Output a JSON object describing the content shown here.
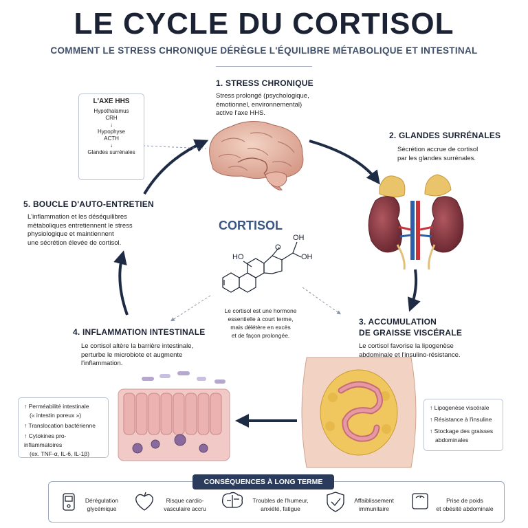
{
  "header": {
    "title": "LE CYCLE DU CORTISOL",
    "subtitle": "COMMENT LE STRESS CHRONIQUE DÉRÈGLE L'ÉQUILIBRE MÉTABOLIQUE ET INTESTINAL"
  },
  "axis_box": {
    "title": "L'AXE HHS",
    "items": [
      "Hypothalamus",
      "CRH",
      "Hypophyse",
      "ACTH",
      "Glandes surrénales"
    ]
  },
  "steps": [
    {
      "title": "1. STRESS CHRONIQUE",
      "text": [
        "Stress prolongé (psychologique,",
        "émotionnel, environnemental)",
        "active l'axe HHS."
      ]
    },
    {
      "title": "2. GLANDES SURRÉNALES",
      "text": [
        "Sécrétion accrue de cortisol",
        "par les glandes surrénales."
      ]
    },
    {
      "title_lines": [
        "3. ACCUMULATION",
        "DE GRAISSE VISCÉRALE"
      ],
      "text": [
        "Le cortisol favorise la lipogenèse",
        "abdominale et l'insulino-résistance."
      ]
    },
    {
      "title": "4. INFLAMMATION INTESTINALE",
      "text": [
        "Le cortisol altère la barrière intestinale,",
        "perturbe le microbiote et augmente",
        "l'inflammation."
      ]
    },
    {
      "title": "5. BOUCLE D'AUTO-ENTRETIEN",
      "text": [
        "L'inflammation et les déséquilibres",
        "métaboliques entretiennent le stress",
        "physiologique et maintiennent",
        "une sécrétion élevée de cortisol."
      ]
    }
  ],
  "center": {
    "label": "CORTISOL",
    "molecule_labels": {
      "ho": "HO",
      "o": "O",
      "oh1": "OH",
      "oh2": "OH"
    },
    "description": [
      "Le cortisol est une hormone",
      "essentielle à court terme,",
      "mais délétère en excès",
      "et de façon prolongée."
    ]
  },
  "gut_box": {
    "items": [
      "↑ Perméabilité intestinale",
      "(« intestin poreux »)",
      "↑ Translocation bactérienne",
      "↑ Cytokines pro-inflammatoires",
      "(ex. TNF-α, IL-6, IL-1β)"
    ]
  },
  "fat_box": {
    "items": [
      "↑ Lipogenèse viscérale",
      "↑ Résistance à l'insuline",
      "↑ Stockage des graisses",
      "abdominales"
    ]
  },
  "consequences": {
    "header": "CONSÉQUENCES À LONG TERME",
    "items": [
      {
        "icon": "glucometer-icon",
        "lines": [
          "Dérégulation",
          "glycémique"
        ]
      },
      {
        "icon": "heart-icon",
        "lines": [
          "Risque cardio-",
          "vasculaire accru"
        ]
      },
      {
        "icon": "brain-icon",
        "lines": [
          "Troubles de l'humeur,",
          "anxiété, fatigue"
        ]
      },
      {
        "icon": "shield-icon",
        "lines": [
          "Affaiblissement",
          "immunitaire"
        ]
      },
      {
        "icon": "scale-icon",
        "lines": [
          "Prise de poids",
          "et obésité abdominale"
        ]
      }
    ]
  },
  "colors": {
    "navy": "#1b2233",
    "accent": "#2a3b5c",
    "cortisol": "#3a5680",
    "subtitle": "#3e4f6b"
  }
}
